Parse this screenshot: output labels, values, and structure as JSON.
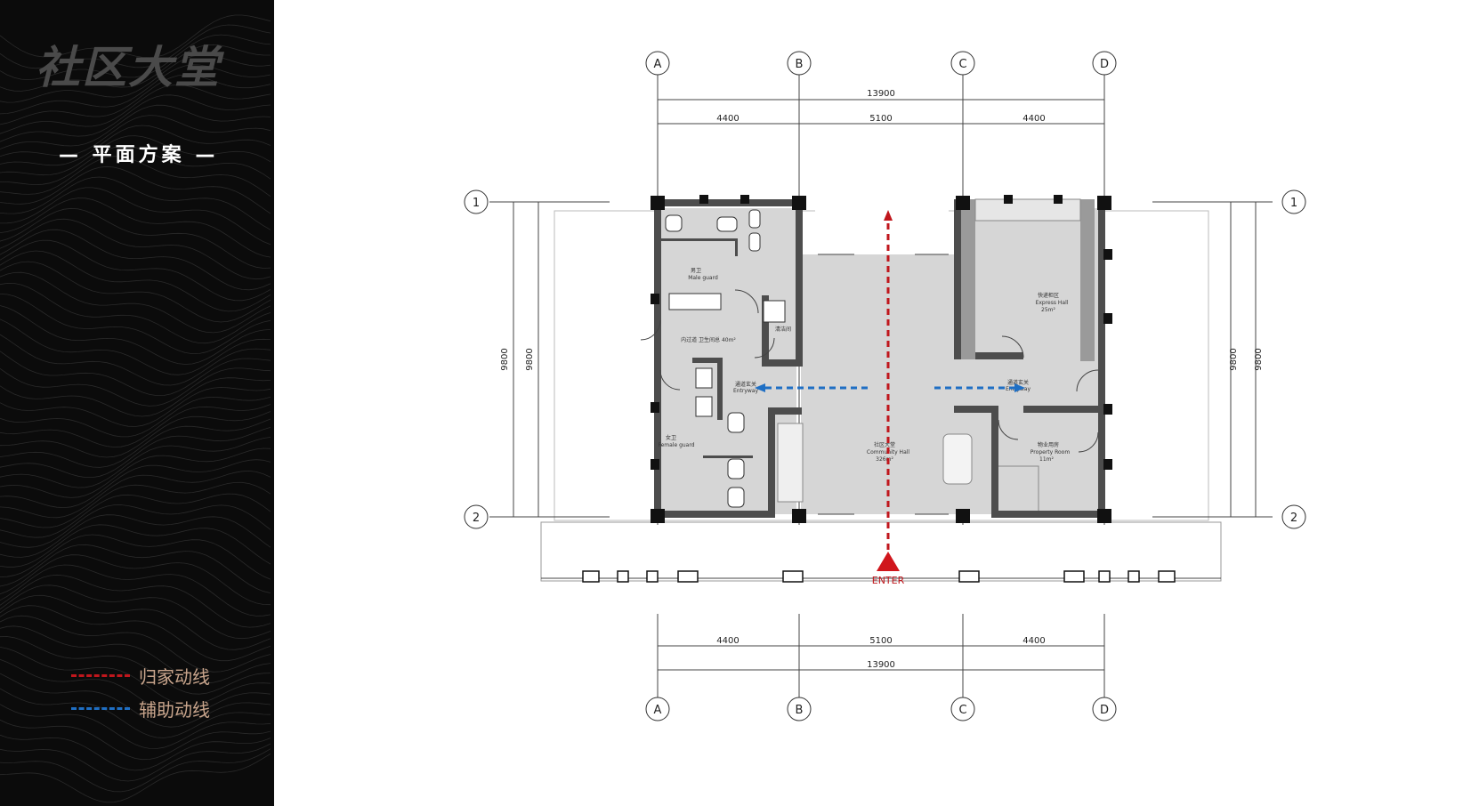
{
  "sidebar": {
    "title": "社区大堂",
    "subtitle": "— 平面方案 —",
    "legend": [
      {
        "label": "归家动线",
        "color": "#c0161c"
      },
      {
        "label": "辅助动线",
        "color": "#1f6fc4"
      }
    ]
  },
  "plan": {
    "axes": {
      "columns": [
        "A",
        "B",
        "C",
        "D"
      ],
      "rows": [
        "1",
        "2"
      ]
    },
    "dimensions": {
      "top_total": "13900",
      "top_segments": [
        "4400",
        "5100",
        "4400"
      ],
      "bottom_total": "13900",
      "bottom_segments": [
        "4400",
        "5100",
        "4400"
      ],
      "side": "9800"
    },
    "rooms": {
      "male_toilet": [
        "男卫",
        "Male guard"
      ],
      "clean_room": "清洁间",
      "corridor": "内过道 卫生间总 40m²",
      "entry_left": [
        "通道玄关",
        "Entryway"
      ],
      "entry_right": [
        "通道玄关",
        "Entryway"
      ],
      "female_toilet": [
        "女卫",
        "Female guard"
      ],
      "community_hall": [
        "社区大堂",
        "Community Hall",
        "326m²"
      ],
      "express_hall": [
        "快递柜区",
        "Express Hall",
        "25m²"
      ],
      "property_room": [
        "物业用房",
        "Property Room",
        "11m²"
      ]
    },
    "enter_label": "ENTER",
    "route_colors": {
      "home": "#c0161c",
      "aux": "#1f6fc4"
    }
  }
}
